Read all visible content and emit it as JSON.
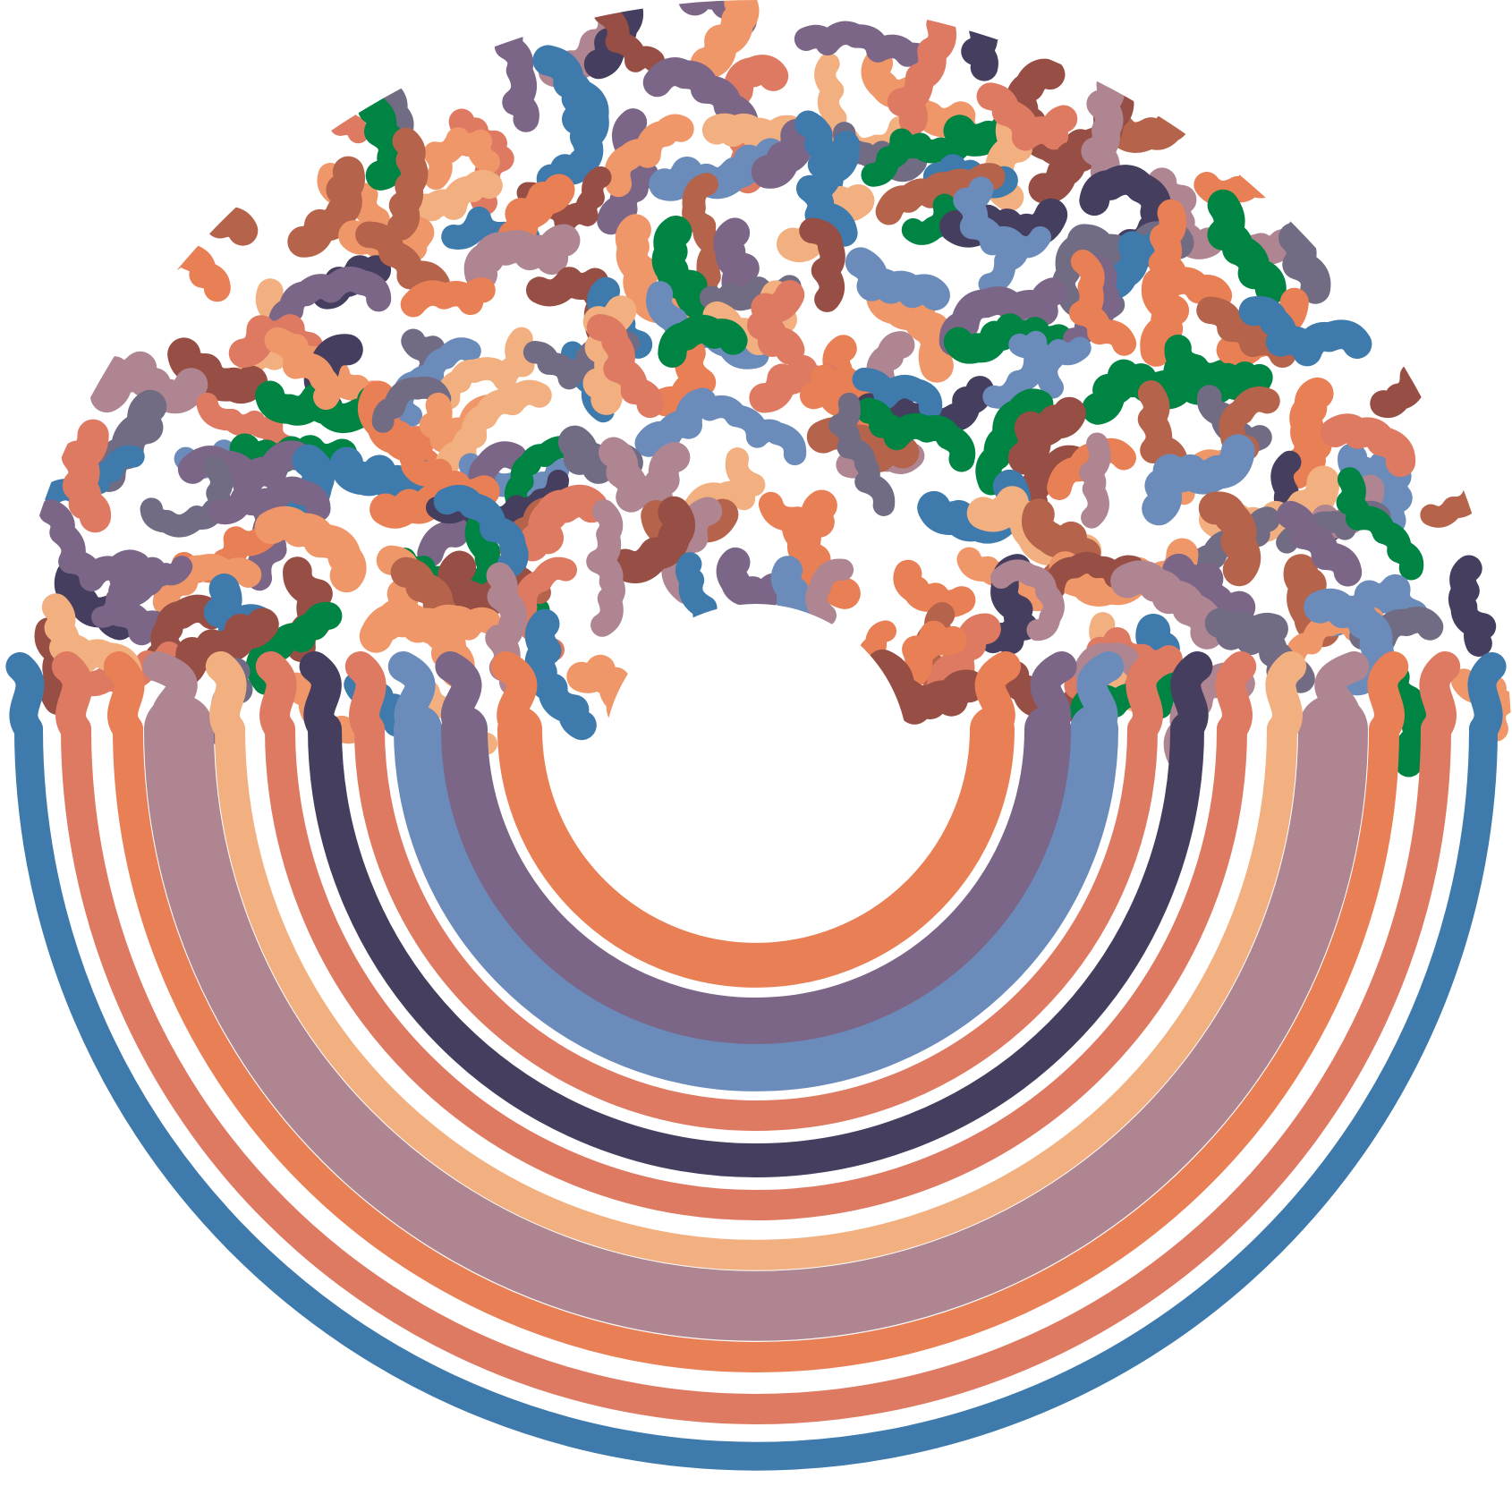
{
  "artwork": {
    "kind": "generative circular line art",
    "palette": {
      "steel_blue": "#3e7aab",
      "terracotta": "#de7a62",
      "orange": "#e97f55",
      "mauve": "#ae8590",
      "peach": "#f2b081",
      "navy": "#453e5e",
      "periwinkle": "#6b8cba",
      "purple": "#7b6688",
      "green": "#008443",
      "brick": "#b5644b",
      "dark_red": "#974f45",
      "slate": "#716c83",
      "pink": "#ddc3cc",
      "salmon": "#f0976a"
    },
    "bands_outer_to_inner": [
      "steel_blue",
      "terracotta",
      "orange",
      "mauve",
      "peach",
      "terracotta",
      "navy",
      "terracotta",
      "periwinkle",
      "purple",
      "orange"
    ],
    "squiggle_colors": [
      "steel_blue",
      "terracotta",
      "orange",
      "mauve",
      "peach",
      "navy",
      "periwinkle",
      "purple",
      "green",
      "brick",
      "dark_red",
      "slate",
      "salmon"
    ]
  }
}
